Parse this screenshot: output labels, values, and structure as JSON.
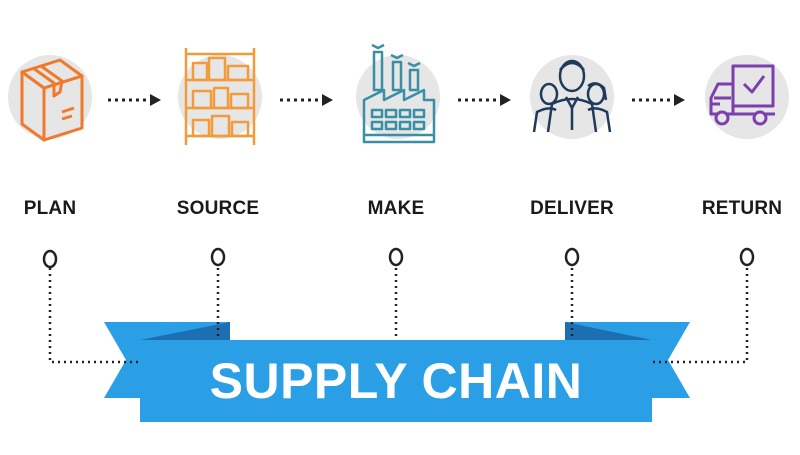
{
  "steps": [
    {
      "label": "PLAN",
      "icon": "box-icon",
      "color": "#f07a2b"
    },
    {
      "label": "SOURCE",
      "icon": "warehouse-shelf-icon",
      "color": "#f29b3b"
    },
    {
      "label": "MAKE",
      "icon": "factory-icon",
      "color": "#3a8fa5"
    },
    {
      "label": "DELIVER",
      "icon": "people-icon",
      "color": "#1f3a5a"
    },
    {
      "label": "RETURN",
      "icon": "truck-icon",
      "color": "#7b3fb0"
    }
  ],
  "banner": {
    "title": "SUPPLY CHAIN",
    "color": "#2b9fe6",
    "dark_color": "#1b6fb2"
  },
  "colors": {
    "icon_circle": "#e6e6e6",
    "connector": "#222222"
  }
}
